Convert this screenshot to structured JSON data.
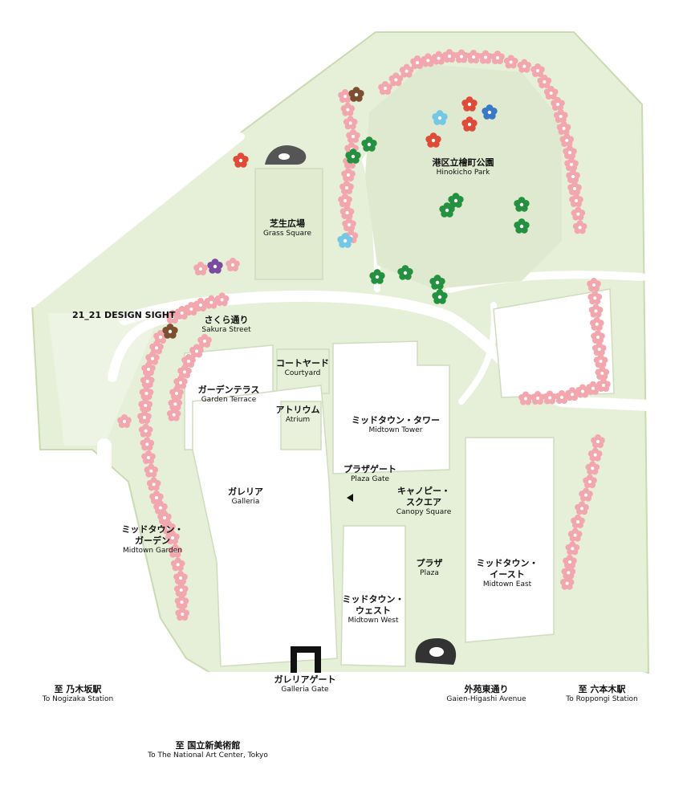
{
  "map": {
    "labels": {
      "hinokicho_park": {
        "jp": "港区立檜町公園",
        "en": "Hinokicho Park"
      },
      "grass_square": {
        "jp": "芝生広場",
        "en": "Grass Square"
      },
      "design_sight": {
        "en": "21_21 DESIGN SIGHT"
      },
      "sakura_street": {
        "jp": "さくら通り",
        "en": "Sakura Street"
      },
      "courtyard": {
        "jp": "コートヤード",
        "en": "Courtyard"
      },
      "garden_terrace": {
        "jp": "ガーデンテラス",
        "en": "Garden Terrace"
      },
      "atrium": {
        "jp": "アトリウム",
        "en": "Atrium"
      },
      "midtown_tower": {
        "jp": "ミッドタウン・タワー",
        "en": "Midtown Tower"
      },
      "plaza_gate": {
        "jp": "プラザゲート",
        "en": "Plaza Gate"
      },
      "canopy_square": {
        "jp1": "キャノピー・",
        "jp2": "スクエア",
        "en": "Canopy Square"
      },
      "galleria": {
        "jp": "ガレリア",
        "en": "Galleria"
      },
      "midtown_garden": {
        "jp1": "ミッドタウン・",
        "jp2": "ガーデン",
        "en": "Midtown Garden"
      },
      "plaza": {
        "jp": "プラザ",
        "en": "Plaza"
      },
      "midtown_east": {
        "jp1": "ミッドタウン・",
        "jp2": "イースト",
        "en": "Midtown East"
      },
      "midtown_west": {
        "jp1": "ミッドタウン・",
        "jp2": "ウェスト",
        "en": "Midtown West"
      },
      "galleria_gate": {
        "jp": "ガレリアゲート",
        "en": "Galleria Gate"
      },
      "nogizaka": {
        "jp": "至 乃木坂駅",
        "en": "To Nogizaka Station"
      },
      "gaien": {
        "jp": "外苑東通り",
        "en": "Gaien-Higashi Avenue"
      },
      "roppongi": {
        "jp": "至 六本木駅",
        "en": "To Roppongi Station"
      },
      "art_center": {
        "jp": "至 国立新美術館",
        "en": "To The National Art Center, Tokyo"
      }
    },
    "colors": {
      "park": "#e6efd7",
      "park_dark": "#dde9cb",
      "building": "#ffffff",
      "road": "#ffffff",
      "sakura": "#f2a6ad",
      "sakura_center": "#ffffff",
      "tree_green": "#23913f",
      "tree_red": "#e04a38",
      "tree_blue": "#3a78c8",
      "tree_cyan": "#74c8e6",
      "tree_purple": "#7a4ca0",
      "tree_brown": "#7a5030",
      "sculpture": "#555555",
      "gate": "#111111"
    },
    "icons": [
      "sakura-tree-icon",
      "green-tree-icon",
      "gate-icon",
      "sculpture-icon",
      "pointer-arrow-icon"
    ]
  }
}
